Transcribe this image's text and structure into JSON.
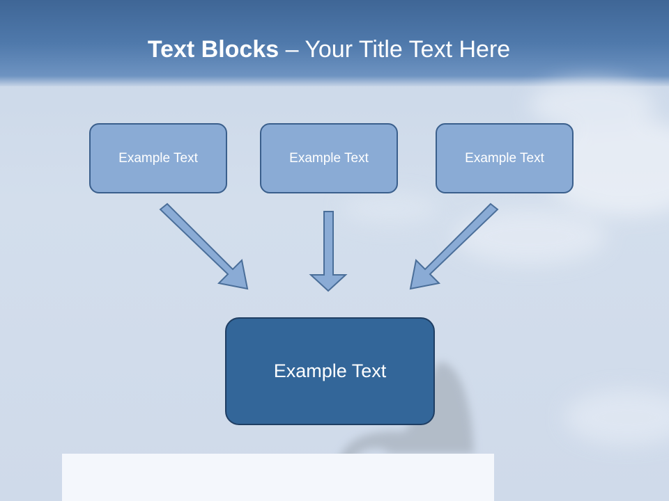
{
  "slide": {
    "title_bold": "Text Blocks",
    "title_rest": " – Your Title Text Here"
  },
  "diagram": {
    "source_boxes": [
      {
        "label": "Example Text"
      },
      {
        "label": "Example Text"
      },
      {
        "label": "Example Text"
      }
    ],
    "target_box": {
      "label": "Example Text"
    }
  },
  "colors": {
    "header": "#4f79ab",
    "source_box_fill": "#8aabd5",
    "target_box_fill": "#336699",
    "arrow_fill": "#8aabd5",
    "outline": "#3a5f8c"
  },
  "icons": [
    "cloud-background",
    "penguin-silhouette",
    "arrow-down-right-icon",
    "arrow-down-icon",
    "arrow-down-left-icon"
  ]
}
